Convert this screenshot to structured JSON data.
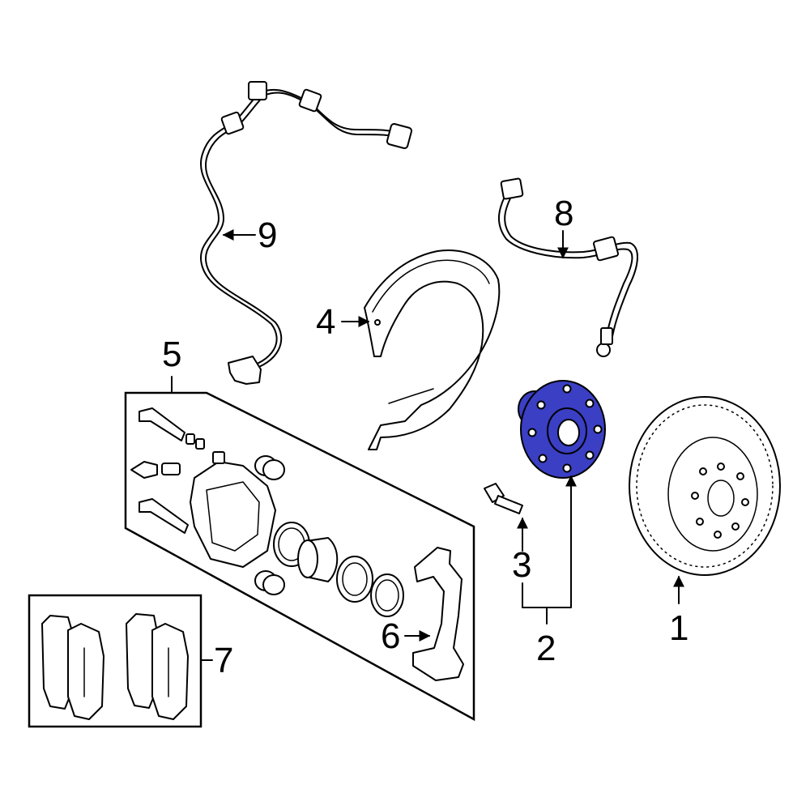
{
  "callouts": {
    "c1": "1",
    "c2": "2",
    "c3": "3",
    "c4": "4",
    "c5": "5",
    "c6": "6",
    "c7": "7",
    "c8": "8",
    "c9": "9"
  },
  "colors": {
    "highlight_part": "#3a3fc4",
    "line": "#000000",
    "background": "#ffffff"
  }
}
